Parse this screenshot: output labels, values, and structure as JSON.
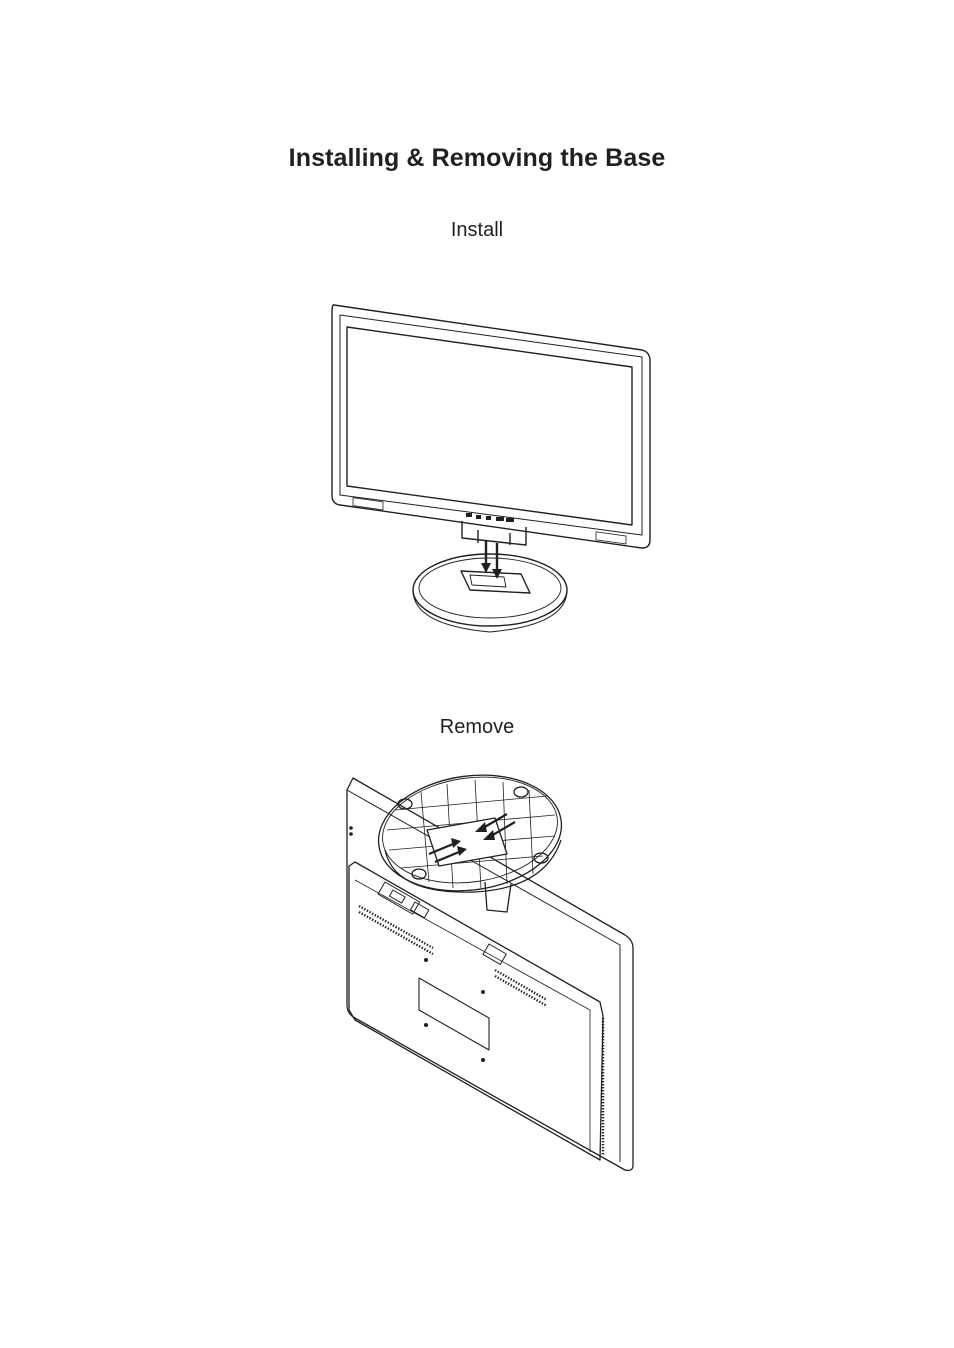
{
  "page": {
    "title": "Installing & Removing the Base",
    "install_label": "Install",
    "remove_label": "Remove"
  },
  "colors": {
    "line": "#231f20",
    "background": "#ffffff"
  }
}
